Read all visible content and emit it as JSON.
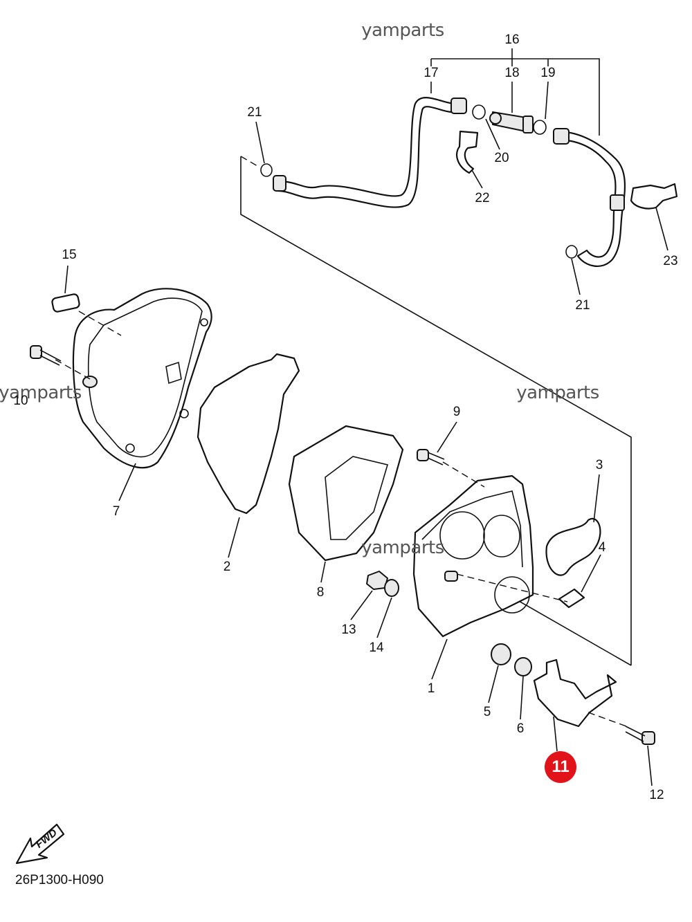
{
  "watermarks": [
    "yamparts",
    "yamparts",
    "yamparts",
    "yamparts"
  ],
  "part_numbers": [
    "16",
    "17",
    "18",
    "19",
    "21",
    "20",
    "22",
    "21",
    "23",
    "15",
    "10",
    "7",
    "2",
    "8",
    "9",
    "3",
    "4",
    "13",
    "14",
    "1",
    "5",
    "6",
    "12"
  ],
  "highlight": {
    "label": "11",
    "color": "#e2121b"
  },
  "diagram_code": "26P1300-H090",
  "fwd_label": "FWD",
  "icons": [
    "fwd-arrow-icon"
  ]
}
